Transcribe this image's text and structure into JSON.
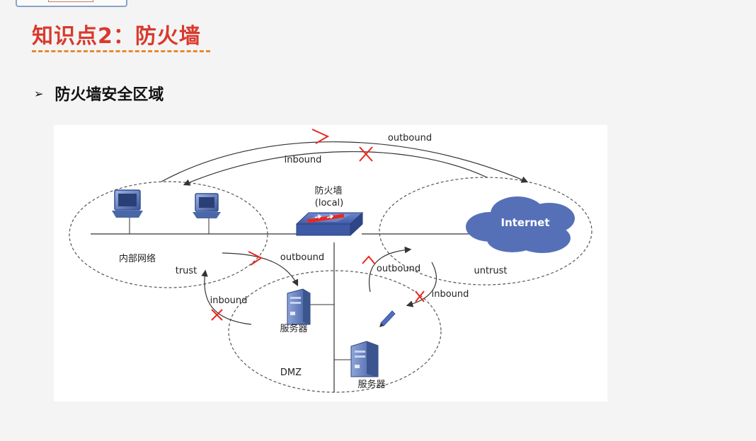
{
  "slide": {
    "title": "知识点2：防火墙",
    "bullet": "防火墙安全区域"
  },
  "diagram": {
    "firewall_name": "防火墙",
    "firewall_local": "(local)",
    "internet_label": "Internet",
    "zones": {
      "trust_network": "内部网络",
      "trust": "trust",
      "untrust": "untrust",
      "dmz": "DMZ"
    },
    "servers": {
      "server_1": "服务器",
      "server_2": "服务器"
    },
    "flows": {
      "top_outbound": "outbound",
      "top_inbound": "inbound",
      "trust_dmz_outbound": "outbound",
      "trust_dmz_inbound": "inbound",
      "dmz_untrust_outbound": "outbound",
      "dmz_untrust_inbound": "inbound"
    }
  },
  "colors": {
    "title": "#d9392d",
    "title_underline": "#e68a2e",
    "annotation_red": "#e8281e",
    "firewall_blue": "#3e59a6",
    "cloud_blue": "#5670b8",
    "computer_blue": "#4a67a8"
  }
}
